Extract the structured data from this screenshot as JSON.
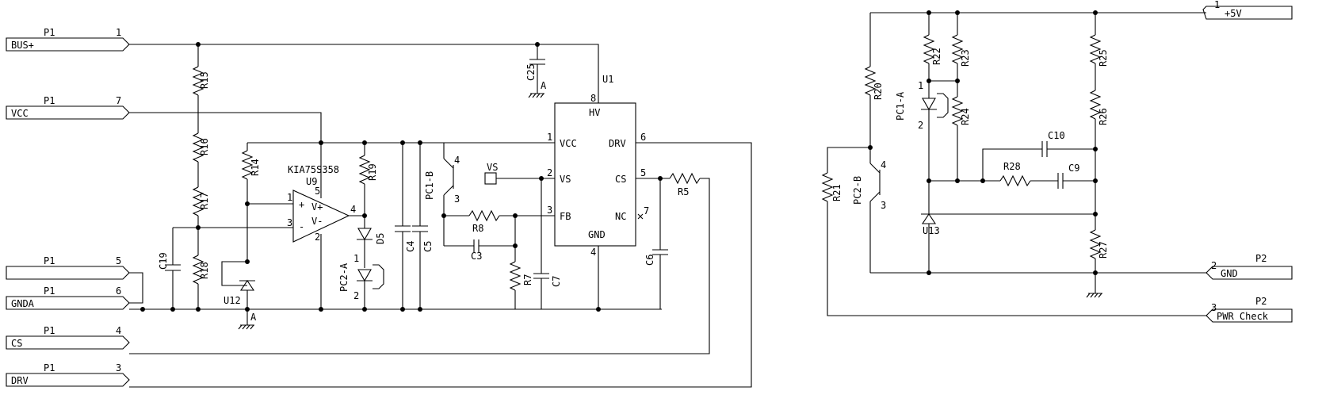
{
  "ports": {
    "bus_plus": {
      "sheet": "P1",
      "pin": "1",
      "label": "BUS+"
    },
    "vcc": {
      "sheet": "P1",
      "pin": "7",
      "label": "VCC"
    },
    "p1_5": {
      "sheet": "P1",
      "pin": "5",
      "label": ""
    },
    "gnda": {
      "sheet": "P1",
      "pin": "6",
      "label": "GNDA"
    },
    "cs": {
      "sheet": "P1",
      "pin": "4",
      "label": "CS"
    },
    "drv": {
      "sheet": "P1",
      "pin": "3",
      "label": "DRV"
    },
    "plus5v": {
      "pin": "1",
      "label": "+5V"
    },
    "gnd": {
      "sheet": "P2",
      "pin": "2",
      "label": "GND"
    },
    "pwr_check": {
      "sheet": "P2",
      "pin": "3",
      "label": "PWR Check"
    }
  },
  "components": {
    "R15": "R15",
    "R16": "R16",
    "R17": "R17",
    "R18": "R18",
    "R14": "R14",
    "R19": "R19",
    "R8": "R8",
    "R7": "R7",
    "R5": "R5",
    "R20": "R20",
    "R21": "R21",
    "R22": "R22",
    "R23": "R23",
    "R24": "R24",
    "R25": "R25",
    "R26": "R26",
    "R27": "R27",
    "R28": "R28",
    "C25": "C25",
    "C19": "C19",
    "C4": "C4",
    "C5": "C5",
    "C3": "C3",
    "C7": "C7",
    "C6": "C6",
    "C10": "C10",
    "C9": "C9",
    "D5": "D5",
    "U12": "U12",
    "U13": "U13",
    "PC1B": "PC1-B",
    "PC2A": "PC2-A",
    "PC1A": "PC1-A",
    "PC2B": "PC2-B",
    "VS_probe": "VS"
  },
  "opamp": {
    "part": "KIA75S358",
    "ref": "U9",
    "in_plus": "+",
    "in_minus": "-",
    "vplus": "V+",
    "vminus": "V-",
    "pin_in_plus": "1",
    "pin_in_minus": "3",
    "pin_vplus": "5",
    "pin_vminus": "2",
    "pin_out": "4"
  },
  "ic": {
    "ref": "U1",
    "pins": {
      "HV": {
        "name": "HV",
        "num": "8"
      },
      "VCC": {
        "name": "VCC",
        "num": "1"
      },
      "VS": {
        "name": "VS",
        "num": "2"
      },
      "FB": {
        "name": "FB",
        "num": "3"
      },
      "GND": {
        "name": "GND",
        "num": "4"
      },
      "DRV": {
        "name": "DRV",
        "num": "6"
      },
      "CS": {
        "name": "CS",
        "num": "5"
      },
      "NC": {
        "name": "NC",
        "num": "7"
      }
    }
  },
  "ground_labels": {
    "gnda_1": "A",
    "gnda_2": "A"
  },
  "pin_numbers": {
    "pc1b_c": "4",
    "pc1b_e": "3",
    "pc2a_a": "1",
    "pc2a_k": "2",
    "pc1a_a": "1",
    "pc1a_k": "2",
    "pc2b_c": "4",
    "pc2b_e": "3"
  }
}
